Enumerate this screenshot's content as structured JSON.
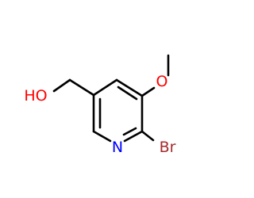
{
  "molecule": {
    "labels": {
      "hydroxyl": "HO",
      "methoxy_oxygen": "O",
      "ring_nitrogen": "N",
      "bromine": "Br"
    },
    "colors": {
      "bond": "#000000",
      "oxygen": "#ff0000",
      "nitrogen": "#0000ff",
      "bromine": "#a52a2a"
    }
  }
}
